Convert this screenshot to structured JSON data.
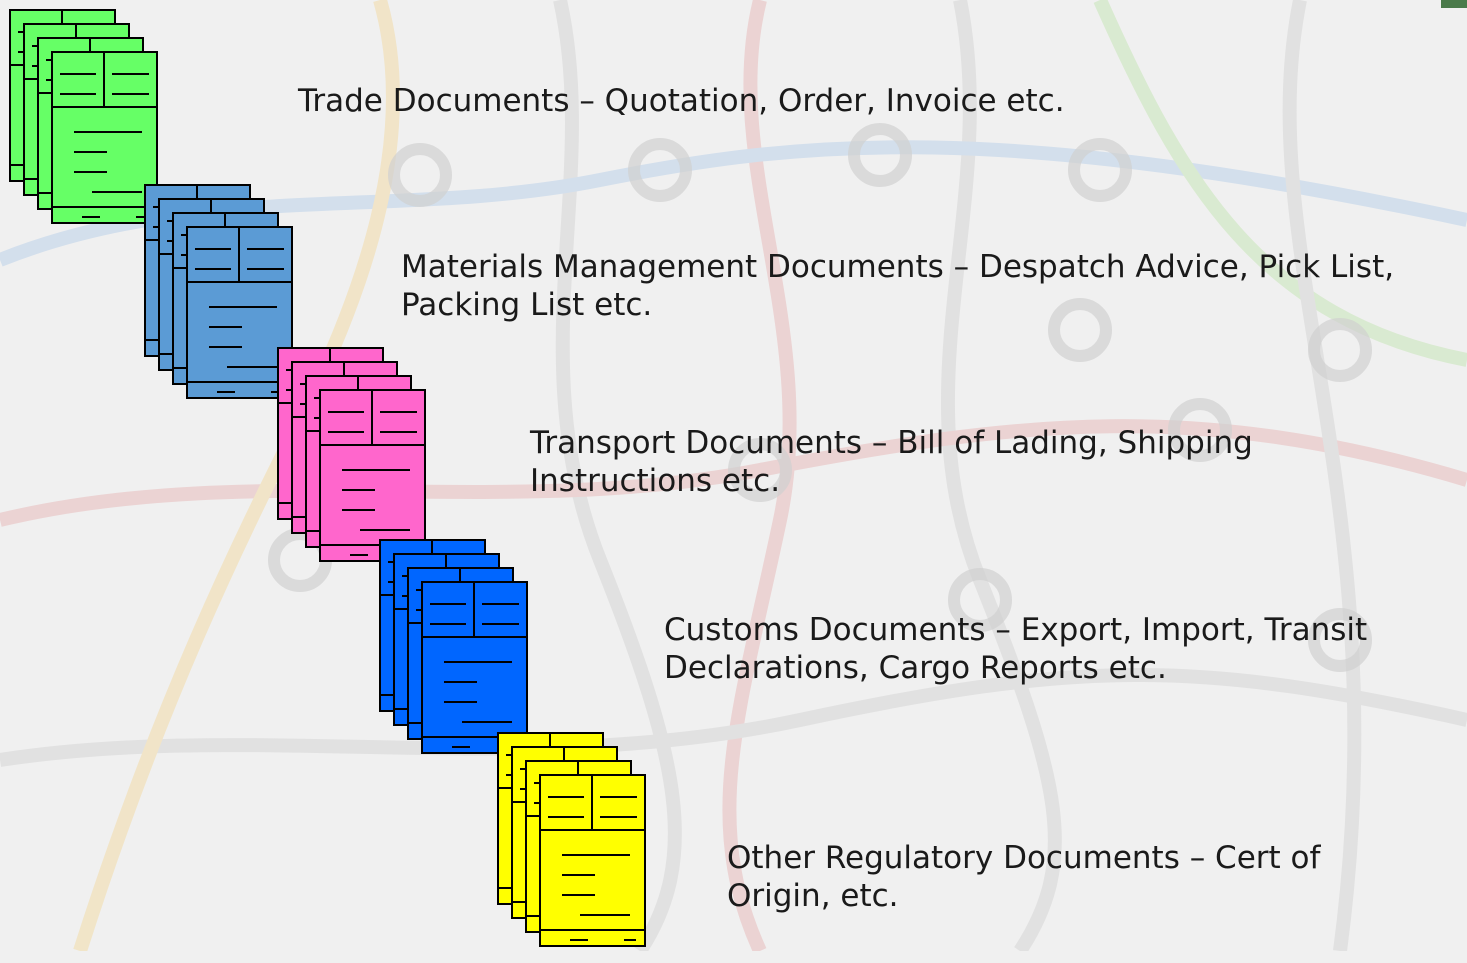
{
  "groups": [
    {
      "label": "Trade Documents – Quotation, Order, Invoice etc.",
      "color": "#66ff66"
    },
    {
      "label": "Materials Management Documents – Despatch Advice, Pick List, Packing List etc.",
      "color": "#5b9bd5"
    },
    {
      "label": "Transport Documents – Bill of Lading, Shipping Instructions etc.",
      "color": "#ff66cc"
    },
    {
      "label": "Customs Documents – Export, Import, Transit Declarations, Cargo Reports etc.",
      "color": "#0066ff"
    },
    {
      "label": "Other Regulatory Documents – Cert of Origin, etc.",
      "color": "#ffff00"
    }
  ],
  "background": {
    "base": "#f0f0f0",
    "line_colors": [
      "#e8bcbc",
      "#bcd2ea",
      "#c8e6b8",
      "#f2dca8",
      "#d6d6d6"
    ]
  }
}
